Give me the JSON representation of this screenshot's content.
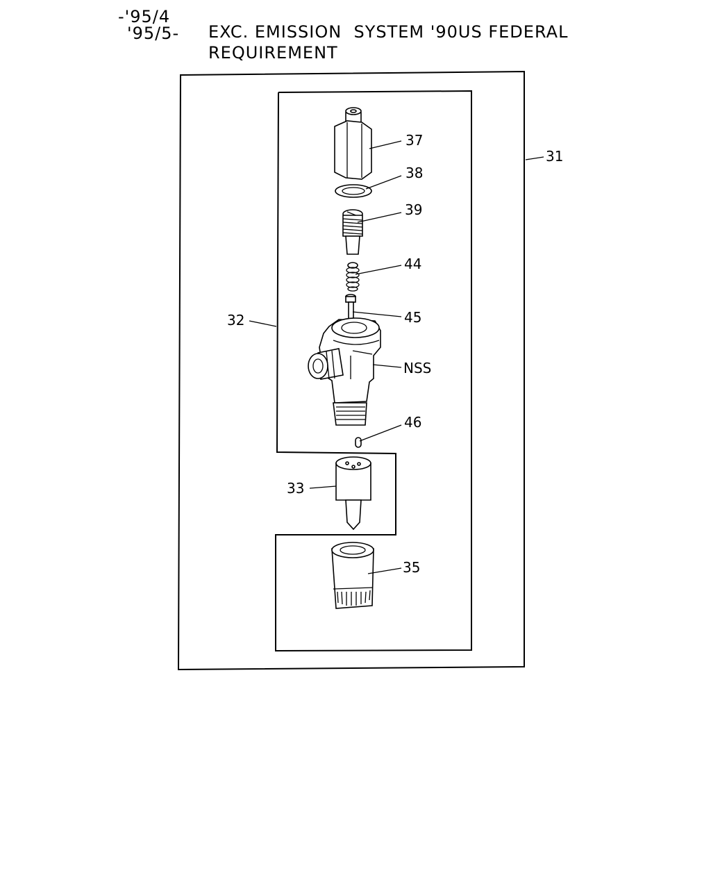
{
  "header": {
    "line1": "-'95/4",
    "line2_prefix": "'95/5-",
    "line2_text": "EXC. EMISSION  SYSTEM '90US FEDERAL",
    "line3_text": "REQUIREMENT"
  },
  "callouts": {
    "c31": "31",
    "c32": "32",
    "c33": "33",
    "c35": "35",
    "c37": "37",
    "c38": "38",
    "c39": "39",
    "c44": "44",
    "c45": "45",
    "c46": "46",
    "nss": "NSS"
  }
}
